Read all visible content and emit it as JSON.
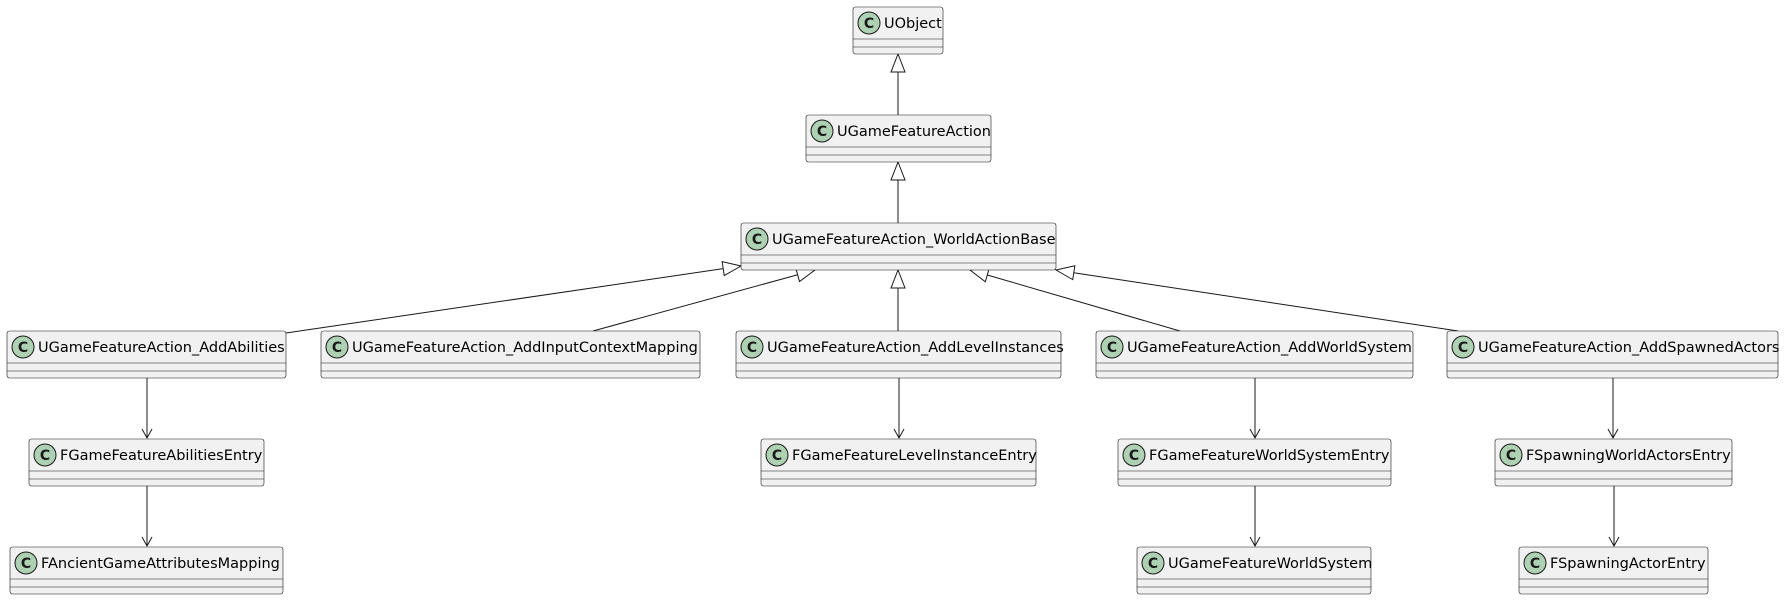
{
  "diagram": {
    "colors": {
      "box_fill": "#f1f1f1",
      "box_stroke": "#181818",
      "badge_fill": "#add1b2",
      "line": "#181818"
    },
    "badge_letter": "C",
    "classes": [
      {
        "id": "uobject",
        "name": "UObject"
      },
      {
        "id": "ugamefeatureaction",
        "name": "UGameFeatureAction"
      },
      {
        "id": "worldactionbase",
        "name": "UGameFeatureAction_WorldActionBase"
      },
      {
        "id": "addabilities",
        "name": "UGameFeatureAction_AddAbilities"
      },
      {
        "id": "addinputcontextmapping",
        "name": "UGameFeatureAction_AddInputContextMapping"
      },
      {
        "id": "addlevelinstances",
        "name": "UGameFeatureAction_AddLevelInstances"
      },
      {
        "id": "addworldsystem",
        "name": "UGameFeatureAction_AddWorldSystem"
      },
      {
        "id": "addspawnedactors",
        "name": "UGameFeatureAction_AddSpawnedActors"
      },
      {
        "id": "abilitiesentry",
        "name": "FGameFeatureAbilitiesEntry"
      },
      {
        "id": "levelinstanceentry",
        "name": "FGameFeatureLevelInstanceEntry"
      },
      {
        "id": "worldsystementry",
        "name": "FGameFeatureWorldSystemEntry"
      },
      {
        "id": "spawningworldactorsentry",
        "name": "FSpawningWorldActorsEntry"
      },
      {
        "id": "attributesmapping",
        "name": "FAncientGameAttributesMapping"
      },
      {
        "id": "worldsystem",
        "name": "UGameFeatureWorldSystem"
      },
      {
        "id": "spawningactorentry",
        "name": "FSpawningActorEntry"
      }
    ],
    "relations": [
      {
        "type": "inheritance",
        "child": "ugamefeatureaction",
        "parent": "uobject"
      },
      {
        "type": "inheritance",
        "child": "worldactionbase",
        "parent": "ugamefeatureaction"
      },
      {
        "type": "inheritance",
        "child": "addabilities",
        "parent": "worldactionbase"
      },
      {
        "type": "inheritance",
        "child": "addinputcontextmapping",
        "parent": "worldactionbase"
      },
      {
        "type": "inheritance",
        "child": "addlevelinstances",
        "parent": "worldactionbase"
      },
      {
        "type": "inheritance",
        "child": "addworldsystem",
        "parent": "worldactionbase"
      },
      {
        "type": "inheritance",
        "child": "addspawnedactors",
        "parent": "worldactionbase"
      },
      {
        "type": "association",
        "from": "addabilities",
        "to": "abilitiesentry"
      },
      {
        "type": "association",
        "from": "abilitiesentry",
        "to": "attributesmapping"
      },
      {
        "type": "association",
        "from": "addlevelinstances",
        "to": "levelinstanceentry"
      },
      {
        "type": "association",
        "from": "addworldsystem",
        "to": "worldsystementry"
      },
      {
        "type": "association",
        "from": "worldsystementry",
        "to": "worldsystem"
      },
      {
        "type": "association",
        "from": "addspawnedactors",
        "to": "spawningworldactorsentry"
      },
      {
        "type": "association",
        "from": "spawningworldactorsentry",
        "to": "spawningactorentry"
      }
    ]
  }
}
